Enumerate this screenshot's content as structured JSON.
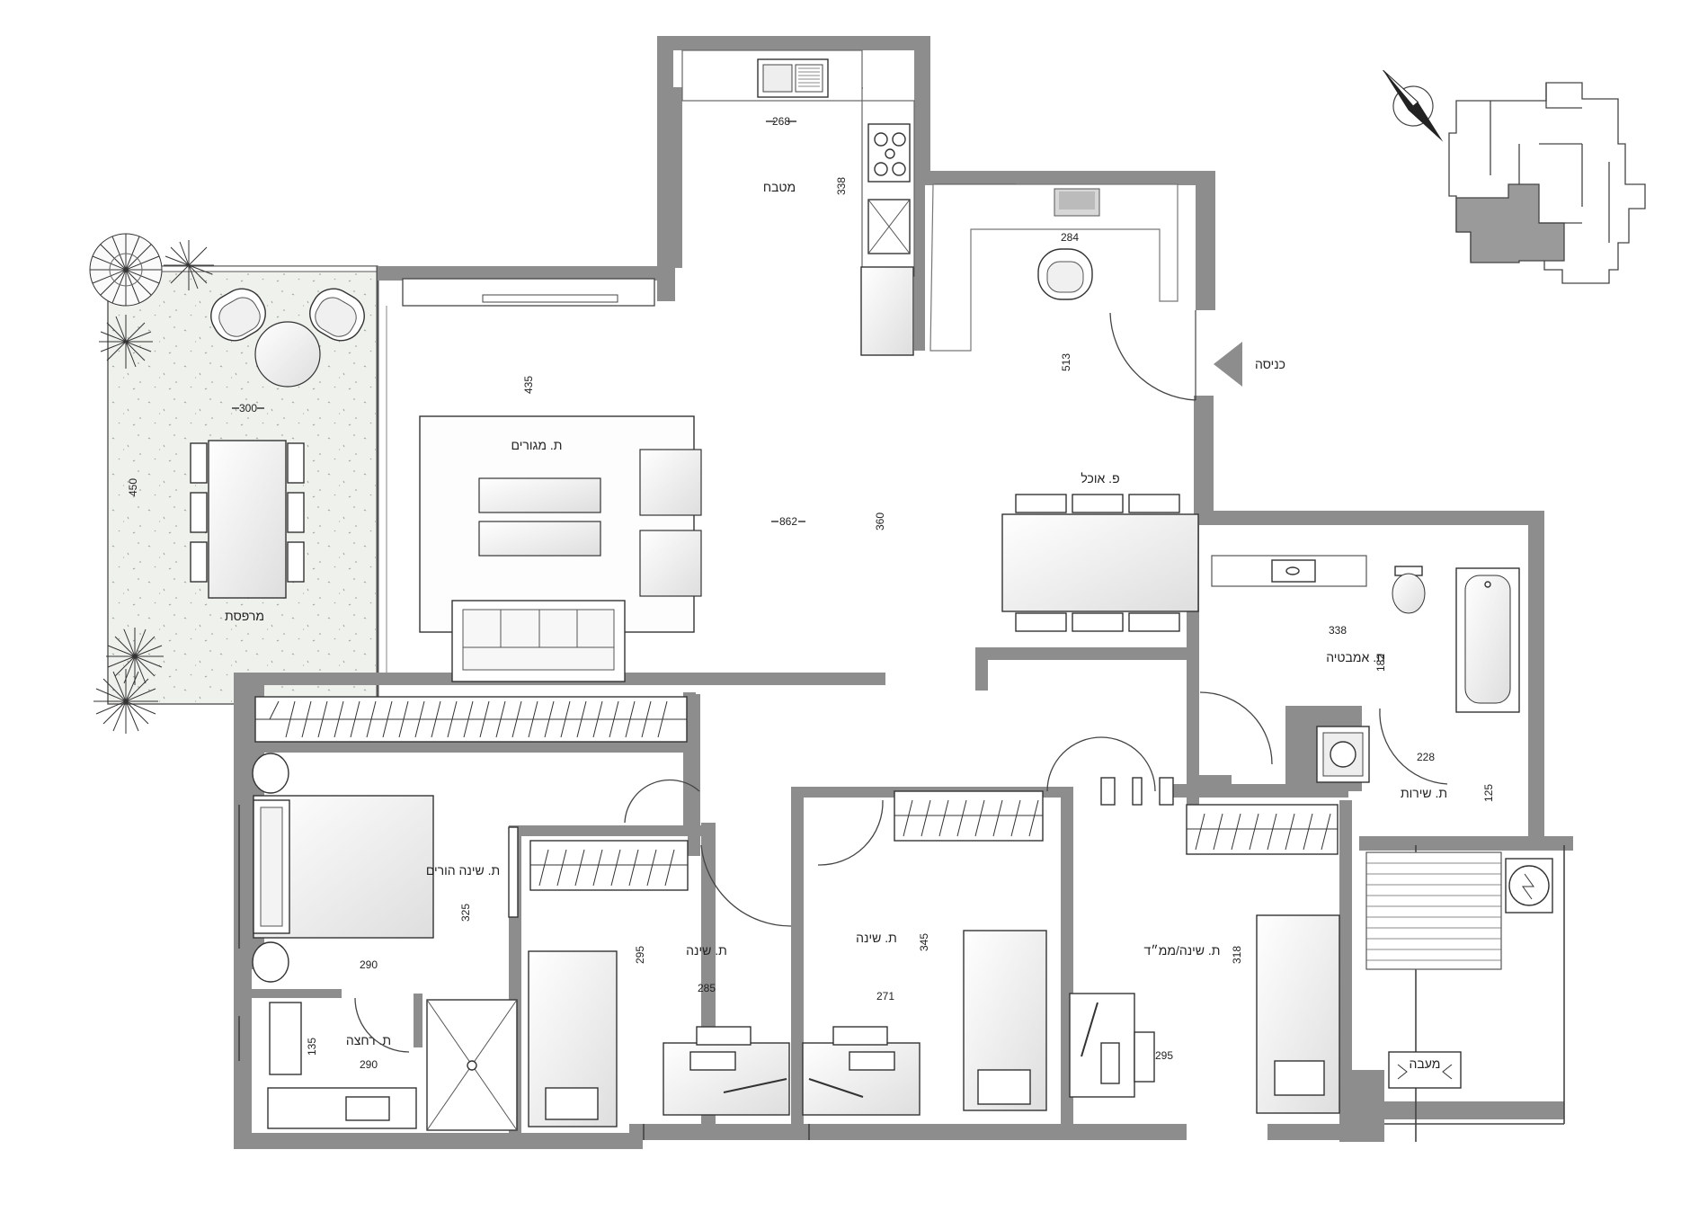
{
  "rooms": {
    "kitchen": "מטבח",
    "balcony": "מרפסת",
    "living": "ת. מגורים",
    "dining": "פ. אוכל",
    "bath": "ת. אמבטיה",
    "service": "ת. שירות",
    "master": "ת. שינה הורים",
    "shower": "ת. רחצה",
    "bedroom1": "ת. שינה",
    "bedroom2": "ת. שינה",
    "safe_room": "ת. שינה/ממ״ד",
    "passage": "מעבה",
    "entrance": "כניסה"
  },
  "dimensions": {
    "kitchen_w": "268",
    "kitchen_h": "338",
    "hall_w": "284",
    "hall_h": "513",
    "living_h": "435",
    "living_w": "862",
    "living_mid_h": "360",
    "balcony_w": "300",
    "balcony_h": "450",
    "bath_w": "338",
    "bath_h": "182",
    "service_w": "228",
    "service_h": "125",
    "master_h": "325",
    "master_w": "290",
    "shower_h": "135",
    "shower_w": "290",
    "bed1_h": "295",
    "bed1_w": "285",
    "bed2_h": "345",
    "bed2_w": "271",
    "safe_h": "318",
    "safe_w": "295"
  },
  "colors": {
    "wall": "#8d8d8d",
    "balcony_floor": "#eef1ec",
    "site_highlight": "#9a9a9a"
  },
  "icons": {
    "north_arrow": "compass-arrow-icon",
    "entrance_marker": "triangle-arrow-icon",
    "site_plan": "building-footprint-icon"
  }
}
